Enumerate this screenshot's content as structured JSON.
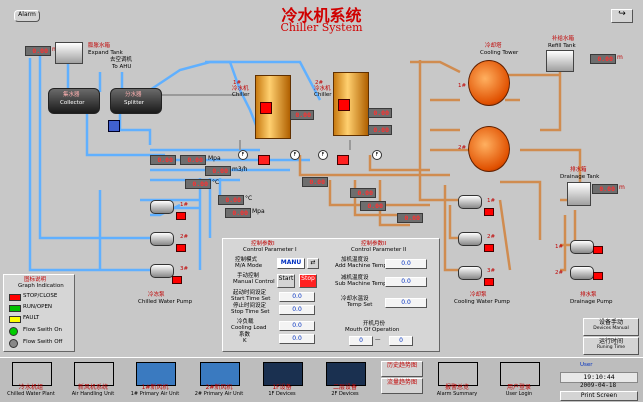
{
  "header": {
    "alarm_button": "Alarm",
    "title_cn": "冷水机系统",
    "title_en": "Chiller System"
  },
  "tanks": {
    "expand_cn": "膨胀水箱",
    "expand_en": "Expand Tank",
    "expand_level": "0.00",
    "expand_unit": "m",
    "ahu_cn": "去空调机",
    "ahu_en": "To AHU",
    "collector_cn": "集水器",
    "collector_en": "Collector",
    "splitter_cn": "分水器",
    "splitter_en": "Splitter",
    "refill_cn": "补给水箱",
    "refill_en": "Refill Tank",
    "refill_level": "0.00",
    "refill_unit": "m",
    "drainage_cn": "排水箱",
    "drainage_en": "Drainage Tank",
    "drainage_level": "0.00",
    "drainage_unit": "m"
  },
  "chillers": [
    {
      "id": "1#",
      "cn": "冷水机",
      "en": "Chiller"
    },
    {
      "id": "2#",
      "cn": "冷水机",
      "en": "Chiller"
    }
  ],
  "towers": {
    "cn": "冷却塔",
    "en": "Cooling Tower",
    "ids": [
      "1#",
      "2#"
    ]
  },
  "pipe_readings": {
    "pressure_1": "0.00",
    "pressure_unit": "Mpa",
    "flow": "0.00",
    "flow_unit": "m3/h",
    "temp_1": "0.00",
    "temp_unit": "°C",
    "temp_2": "0.00",
    "pressure_2": "0.00",
    "chiller_temp_1": "0.00",
    "chiller_temp_2": "0.00",
    "chiller_temp_3": "0.00",
    "cool_temp_1": "0.00",
    "cool_temp_2": "0.00",
    "cool_temp_3": "0.00",
    "cool_pressure": "0.00"
  },
  "pumps": {
    "chilled": {
      "cn": "冷冻泵",
      "en": "Chilled Water Pump",
      "ids": [
        "1#",
        "2#",
        "3#"
      ]
    },
    "cooling": {
      "cn": "冷却泵",
      "en": "Cooling Water Pump",
      "ids": [
        "1#",
        "2#",
        "3#"
      ]
    },
    "drainage": {
      "cn": "排水泵",
      "en": "Drainage Pump",
      "ids": [
        "1#",
        "2#"
      ]
    }
  },
  "legend": {
    "title_cn": "图标说明",
    "title_en": "Graph Indication",
    "items": [
      "STOP/CLOSE",
      "RUN/OPEN",
      "FAULT",
      "Flow Swith On",
      "Flow Swith Off"
    ],
    "colors": [
      "#ff0000",
      "#00c000",
      "#ffff00",
      "#00cc00",
      "#888888"
    ]
  },
  "control": {
    "p1_cn": "控制参数I",
    "p1_en": "Control Parameter I",
    "p2_cn": "控制参数II",
    "p2_en": "Control Parameter II",
    "mode_cn": "控制模式",
    "mode_en": "M/A Mode",
    "mode_value": "MANU",
    "manual_cn": "手动控制",
    "manual_en": "Manual Control",
    "start_btn": "Start",
    "stop_btn": "Stop",
    "start_time_cn": "起动时间设定",
    "start_time_en": "Start Time Set",
    "stop_time_cn": "停止时间设定",
    "stop_time_en": "Stop Time Set",
    "cool_load_cn": "冷负载",
    "cool_load_en": "Cooling Load",
    "coef_cn": "系数",
    "coef_en": "K",
    "add_cn": "加机温度设",
    "add_en": "Add Machine Temp",
    "sub_cn": "减机温度设",
    "sub_en": "Sub Machine Temp",
    "cw_cn": "冷却水温设",
    "cw_en": "Temp Set",
    "month_cn": "开机月份",
    "month_en": "Mouth Of Operation",
    "v_start_time": "0.0",
    "v_stop_time": "0.0",
    "v_cool_load": "0.0",
    "v_coef": "0.0",
    "v_add": "0.0",
    "v_sub": "0.0",
    "v_cw": "0.0",
    "v_month_from": "0",
    "v_month_to": "0",
    "dash": "—"
  },
  "side_buttons": {
    "manual_cn": "设备手动",
    "manual_en": "Devices Manual",
    "run_cn": "运行时间",
    "run_en": "Runing Time"
  },
  "nav": [
    {
      "cn": "冷水机组",
      "en": "Chilled Water Plant"
    },
    {
      "cn": "新风机系统",
      "en": "Air Handling Unit"
    },
    {
      "cn": "1#新风机",
      "en": "1# Primary Air Unit"
    },
    {
      "cn": "2#新风机",
      "en": "2# Primary Air Unit"
    },
    {
      "cn": "1F设备",
      "en": "1F Devices"
    },
    {
      "cn": "二层设备",
      "en": "2F Devices"
    }
  ],
  "trends": {
    "history_cn": "历史趋势图",
    "flow_cn": "流量趋势图"
  },
  "alarm_summary": {
    "cn": "报警总览",
    "en": "Alarm Summary"
  },
  "user_login": {
    "cn": "用户登录",
    "en": "User Login"
  },
  "status": {
    "user_label": "User",
    "time": "19:10:44",
    "date": "2009-04-18",
    "print_label": "Print Screen"
  }
}
